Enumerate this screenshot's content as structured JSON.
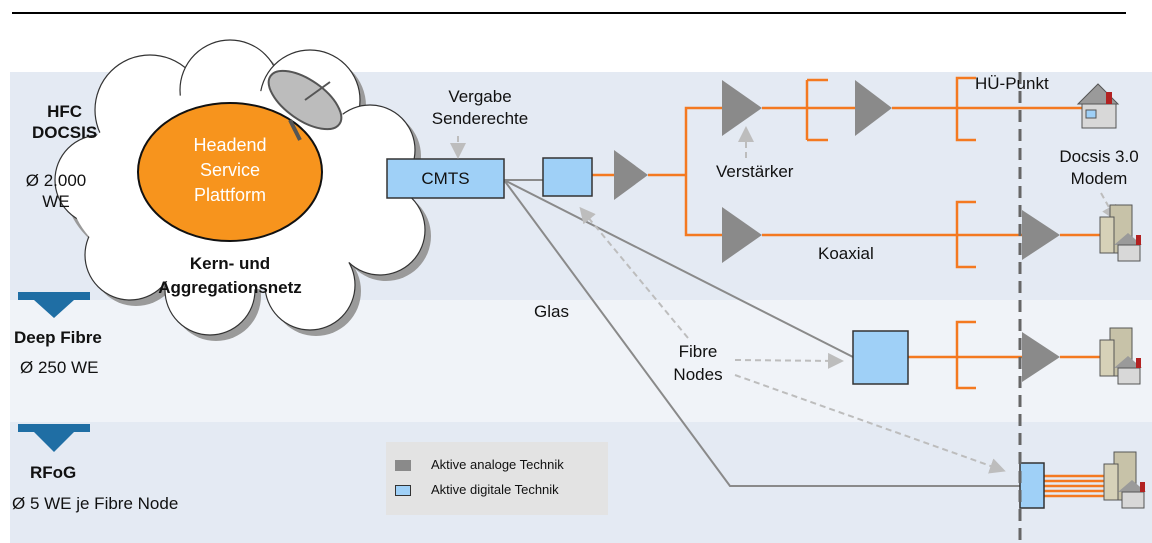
{
  "zones": {
    "hfc": {
      "title_line1": "HFC",
      "title_line2": "DOCSIS",
      "count_line1": "Ø 2.000",
      "count_line2": "WE"
    },
    "deep_fibre": {
      "title": "Deep Fibre",
      "count": "Ø 250 WE"
    },
    "rfog": {
      "title": "RFoG",
      "count": "Ø 5 WE  je Fibre Node"
    }
  },
  "cloud": {
    "headend_line1": "Headend",
    "headend_line2": "Service",
    "headend_line3": "Plattform",
    "core_line1": "Kern- und",
    "core_line2": "Aggregationsnetz"
  },
  "cmts": {
    "label": "CMTS"
  },
  "annotations": {
    "vergabe_line1": "Vergabe",
    "vergabe_line2": "Senderechte",
    "verstaerker": "Verstärker",
    "koaxial": "Koaxial",
    "hue_punkt": "HÜ-Punkt",
    "docsis_line1": "Docsis 3.0",
    "docsis_line2": "Modem",
    "glas": "Glas",
    "fibre_line1": "Fibre",
    "fibre_line2": "Nodes"
  },
  "legend": {
    "analog_label": "Aktive analoge Technik",
    "analog_color": "#8a8a8a",
    "digital_label": "Aktive digitale Technik",
    "digital_color": "#9fd0f7"
  },
  "colors": {
    "band": "#e4eaf3",
    "band_light": "#f0f3f8",
    "coax": "#f47920",
    "glass": "#8a8a8a",
    "arrow": "#1f6ea4",
    "headend": "#f7941d"
  }
}
